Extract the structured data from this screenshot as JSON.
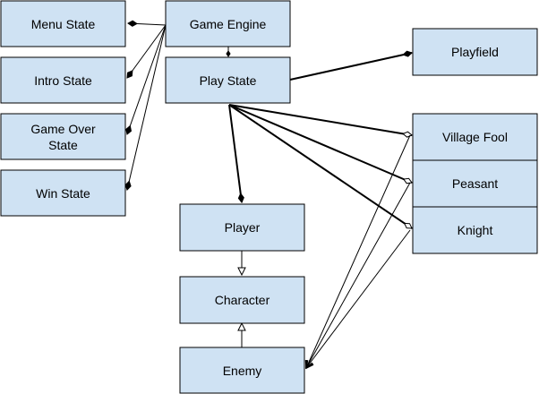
{
  "diagram": {
    "colors": {
      "node_fill": "#cfe2f3",
      "node_stroke": "#000000",
      "edge": "#000000",
      "background": "#ffffff"
    },
    "nodes": {
      "menu_state": {
        "lines": [
          "Menu State"
        ]
      },
      "intro_state": {
        "lines": [
          "Intro State"
        ]
      },
      "game_over_state": {
        "lines": [
          "Game Over",
          "State"
        ]
      },
      "win_state": {
        "lines": [
          "Win State"
        ]
      },
      "game_engine": {
        "lines": [
          "Game Engine"
        ]
      },
      "play_state": {
        "lines": [
          "Play State"
        ]
      },
      "playfield": {
        "lines": [
          "Playfield"
        ]
      },
      "village_fool": {
        "lines": [
          "Village Fool"
        ]
      },
      "peasant": {
        "lines": [
          "Peasant"
        ]
      },
      "knight": {
        "lines": [
          "Knight"
        ]
      },
      "player": {
        "lines": [
          "Player"
        ]
      },
      "character": {
        "lines": [
          "Character"
        ]
      },
      "enemy": {
        "lines": [
          "Enemy"
        ]
      }
    },
    "edges": [
      {
        "from": "game_engine",
        "to": "menu_state",
        "head": "filled-diamond"
      },
      {
        "from": "game_engine",
        "to": "intro_state",
        "head": "filled-diamond"
      },
      {
        "from": "game_engine",
        "to": "game_over_state",
        "head": "filled-diamond"
      },
      {
        "from": "game_engine",
        "to": "win_state",
        "head": "filled-diamond"
      },
      {
        "from": "game_engine",
        "to": "play_state",
        "head": "small-filled-diamond"
      },
      {
        "from": "play_state",
        "to": "playfield",
        "head": "filled-diamond"
      },
      {
        "from": "play_state",
        "to": "village_fool",
        "head": "hollow-diamond"
      },
      {
        "from": "play_state",
        "to": "peasant",
        "head": "hollow-diamond"
      },
      {
        "from": "play_state",
        "to": "knight",
        "head": "hollow-diamond"
      },
      {
        "from": "play_state",
        "to": "player",
        "head": "filled-diamond"
      },
      {
        "from": "player",
        "to": "character",
        "head": "hollow-triangle"
      },
      {
        "from": "enemy",
        "to": "character",
        "head": "hollow-triangle"
      },
      {
        "from": "village_fool",
        "to": "enemy",
        "head": "open-arrow"
      },
      {
        "from": "peasant",
        "to": "enemy",
        "head": "open-arrow"
      },
      {
        "from": "knight",
        "to": "enemy",
        "head": "open-arrow"
      }
    ]
  }
}
